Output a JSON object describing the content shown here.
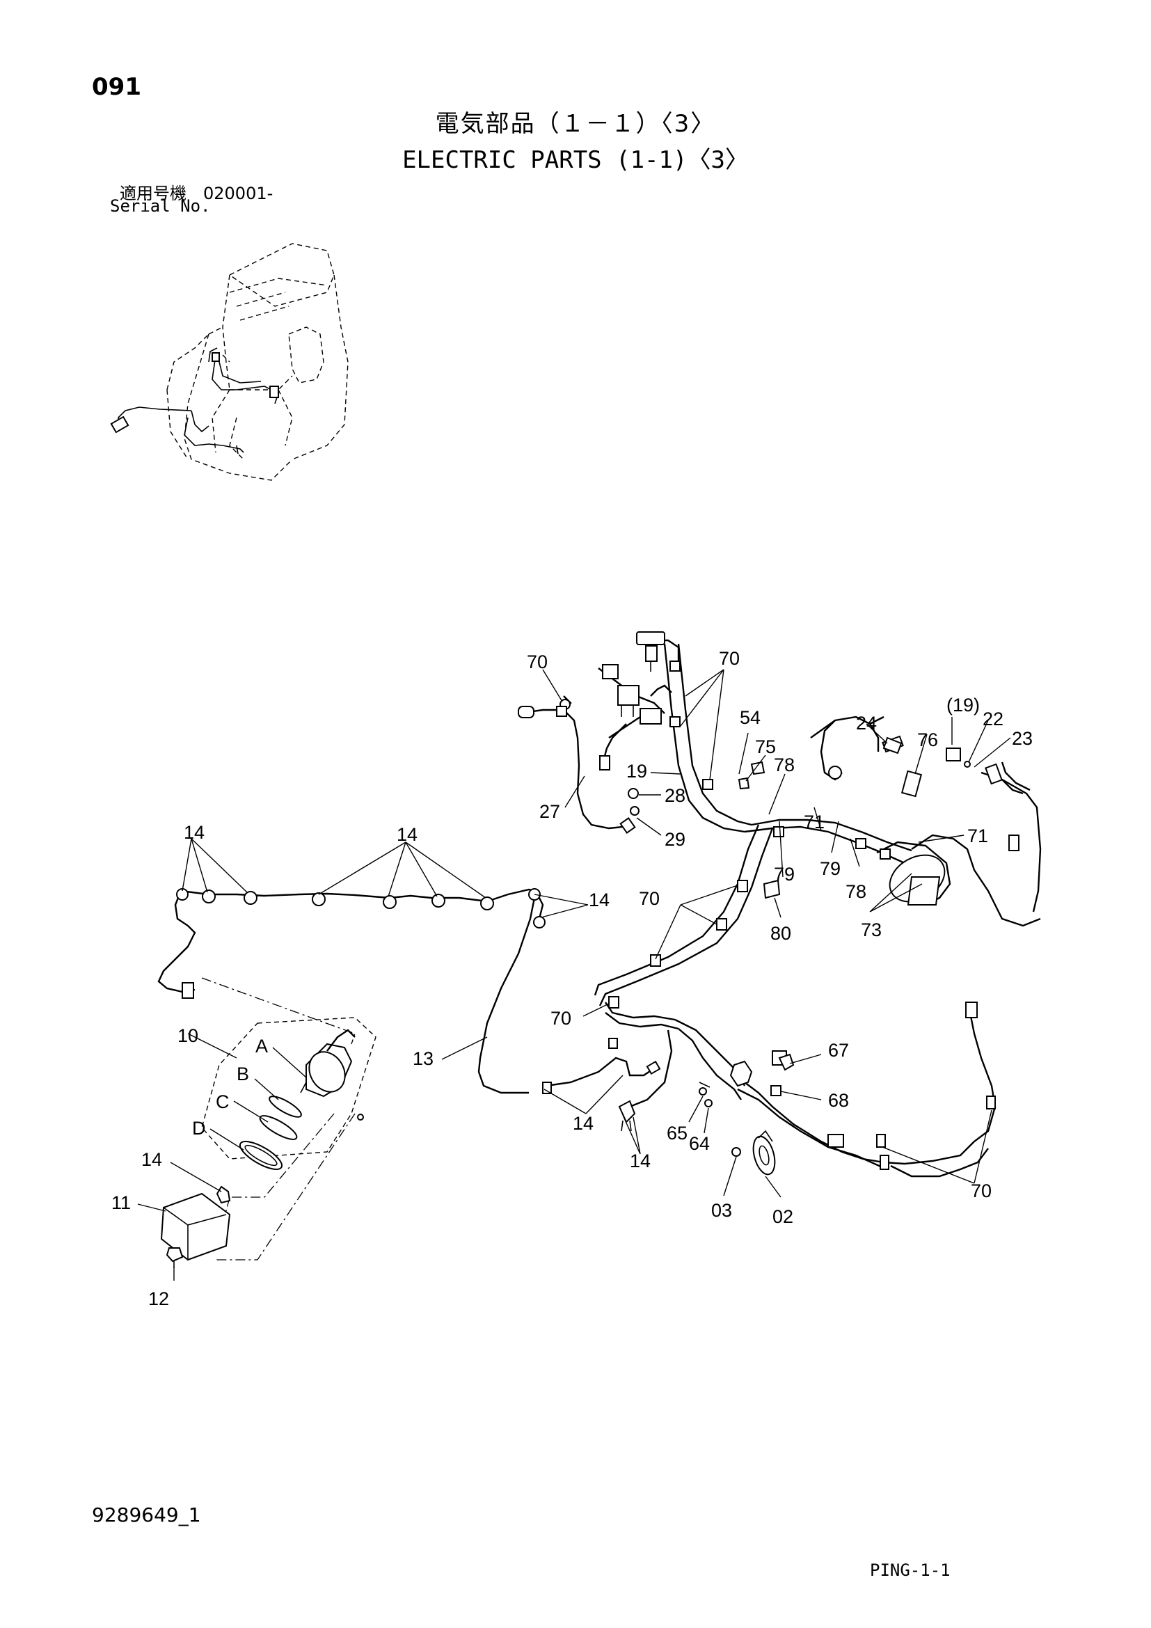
{
  "page_number": "091",
  "title_jp": "電気部品（１－１）〈3〉",
  "title_en": "ELECTRIC PARTS (1-1)〈3〉",
  "serial_label_jp": "適用号機　020001-",
  "serial_label_en": "Serial No.",
  "drawing_number": "9289649_1",
  "sheet_id": "PING-1-1",
  "callouts": {
    "c70_top_left": "70",
    "c70_top_right": "70",
    "c54": "54",
    "c75": "75",
    "c19_paren": "(19)",
    "c22": "22",
    "c23": "23",
    "c24": "24",
    "c76": "76",
    "c19": "19",
    "c78_top": "78",
    "c27": "27",
    "c28": "28",
    "c29": "29",
    "c71_left": "71",
    "c79_left": "79",
    "c79_right": "79",
    "c71_right": "71",
    "c78_bottom": "78",
    "c73": "73",
    "c14_far_left": "14",
    "c14_top_mid": "14",
    "c14_right": "14",
    "c70_mid": "70",
    "c80": "80",
    "c70_lower": "70",
    "c10": "10",
    "c_a": "A",
    "c_b": "B",
    "c_c": "C",
    "c_d": "D",
    "c13": "13",
    "c67": "67",
    "c68": "68",
    "c14_lower_mid": "14",
    "c65": "65",
    "c64": "64",
    "c14_lower_right": "14",
    "c14_bracket": "14",
    "c11": "11",
    "c12": "12",
    "c03": "03",
    "c02": "02",
    "c70_bottom_right": "70"
  }
}
